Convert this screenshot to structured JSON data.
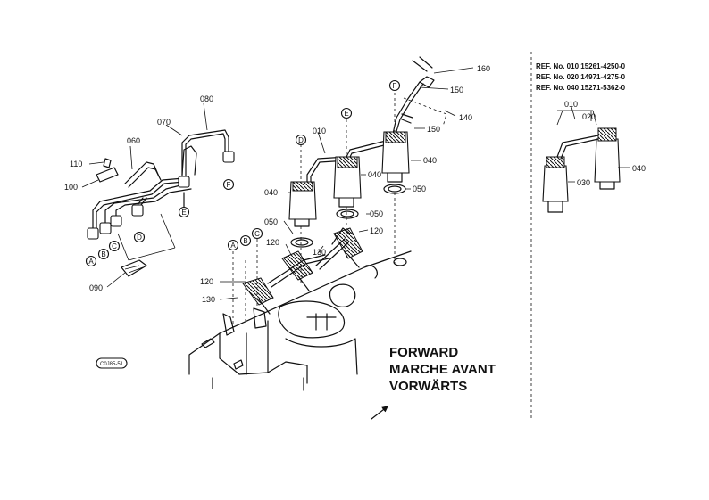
{
  "ref_notes": [
    "REF. No. 010 15261-4250-0",
    "REF. No. 020 14971-4275-0",
    "REF. No. 040 15271-5362-0"
  ],
  "forward": [
    "FORWARD",
    "MARCHE AVANT",
    "VORWÄRTS"
  ],
  "drawing_code": "C0J85-51",
  "part_labels": {
    "p010": "010",
    "p020": "020",
    "p030": "030",
    "p040": "040",
    "p050": "050",
    "p060": "060",
    "p070": "070",
    "p080": "080",
    "p090": "090",
    "p100": "100",
    "p110": "110",
    "p120": "120",
    "p130": "130",
    "p140": "140",
    "p150": "150",
    "p160": "160"
  },
  "connection_letters": [
    "A",
    "B",
    "C",
    "D",
    "E",
    "F"
  ]
}
